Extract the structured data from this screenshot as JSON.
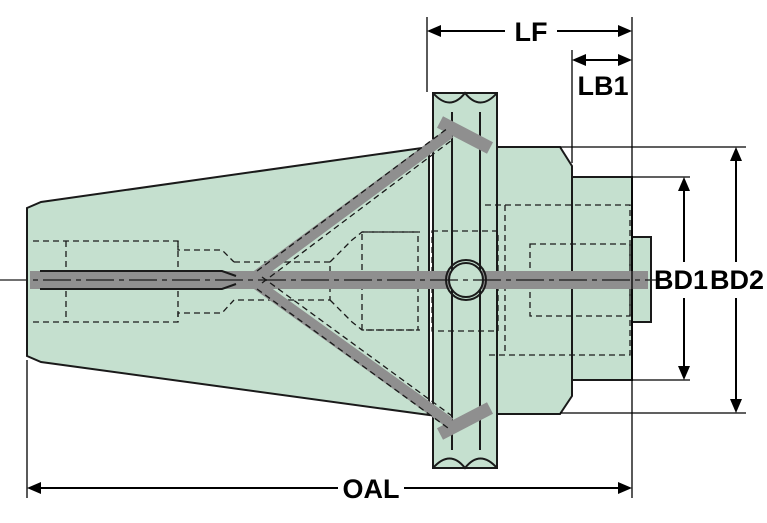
{
  "colors": {
    "body_fill": "#c5e0cf",
    "coolant_channel": "#8f8f8f",
    "outline": "#1a1a1a",
    "background": "#ffffff"
  },
  "dimensions": {
    "lf": "LF",
    "lb1": "LB1",
    "bd1": "BD1",
    "bd2": "BD2",
    "oal": "OAL"
  }
}
